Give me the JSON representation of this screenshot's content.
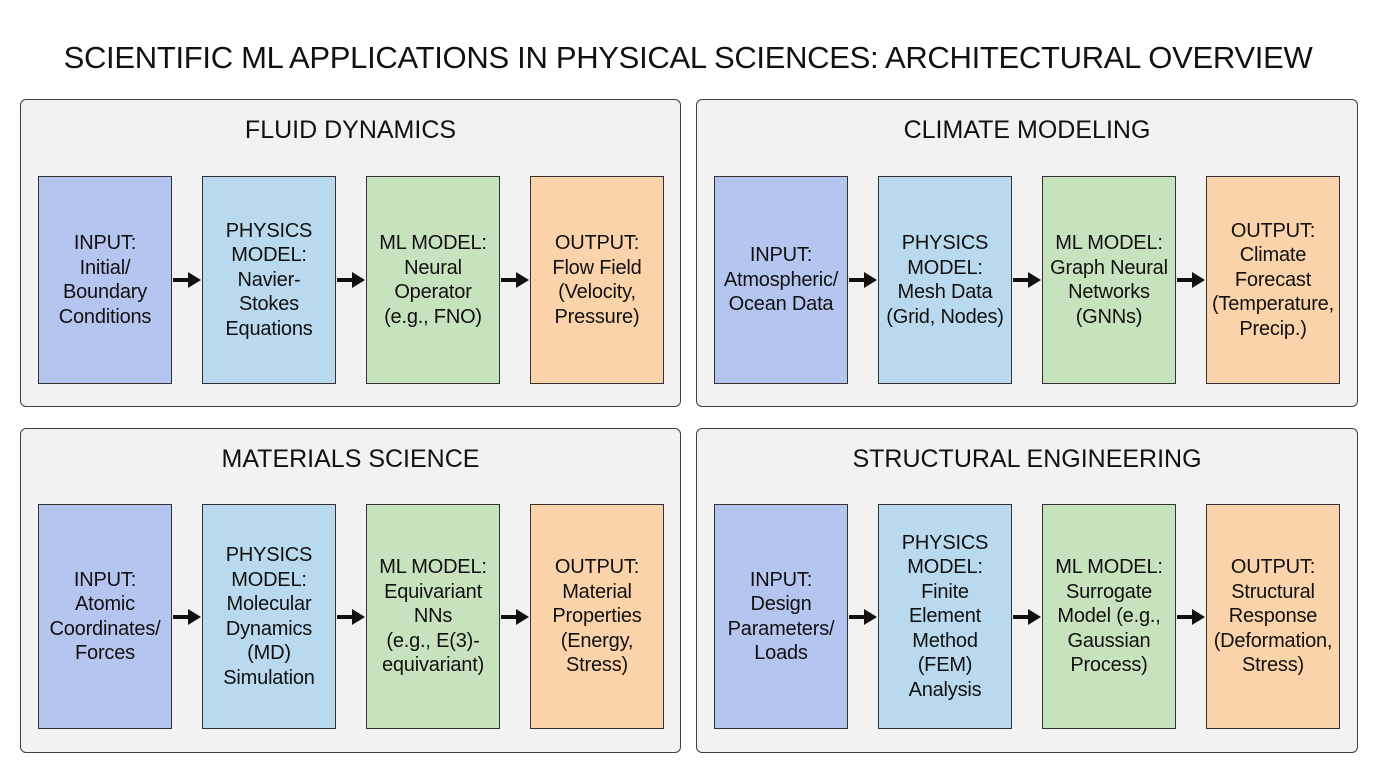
{
  "title": "SCIENTIFIC ML APPLICATIONS IN PHYSICAL SCIENCES: ARCHITECTURAL OVERVIEW",
  "colors": {
    "input": "#b4c5ef",
    "physics": "#b9d9ef",
    "ml": "#c6e3bd",
    "output": "#fbd3ab",
    "panel": "#f2f2f2",
    "border": "#333333"
  },
  "panels": [
    {
      "title": "FLUID DYNAMICS",
      "steps": [
        {
          "kind": "input",
          "label": "INPUT:\nInitial/\nBoundary\nConditions"
        },
        {
          "kind": "physics",
          "label": "PHYSICS\nMODEL:\nNavier-\nStokes\nEquations"
        },
        {
          "kind": "ml",
          "label": "ML MODEL:\nNeural\nOperator\n(e.g., FNO)"
        },
        {
          "kind": "output",
          "label": "OUTPUT:\nFlow Field\n(Velocity,\nPressure)"
        }
      ]
    },
    {
      "title": "CLIMATE MODELING",
      "steps": [
        {
          "kind": "input",
          "label": "INPUT:\nAtmospheric/\nOcean Data"
        },
        {
          "kind": "physics",
          "label": "PHYSICS\nMODEL:\nMesh Data\n(Grid, Nodes)"
        },
        {
          "kind": "ml",
          "label": "ML MODEL:\nGraph Neural\nNetworks\n(GNNs)"
        },
        {
          "kind": "output",
          "label": "OUTPUT:\nClimate\nForecast\n(Temperature,\nPrecip.)"
        }
      ]
    },
    {
      "title": "MATERIALS SCIENCE",
      "steps": [
        {
          "kind": "input",
          "label": "INPUT:\nAtomic\nCoordinates/\nForces"
        },
        {
          "kind": "physics",
          "label": "PHYSICS\nMODEL:\nMolecular\nDynamics\n(MD)\nSimulation"
        },
        {
          "kind": "ml",
          "label": "ML MODEL:\nEquivariant\nNNs\n(e.g., E(3)-\nequivariant)"
        },
        {
          "kind": "output",
          "label": "OUTPUT:\nMaterial\nProperties\n(Energy,\nStress)"
        }
      ]
    },
    {
      "title": "STRUCTURAL ENGINEERING",
      "steps": [
        {
          "kind": "input",
          "label": "INPUT:\nDesign\nParameters/\nLoads"
        },
        {
          "kind": "physics",
          "label": "PHYSICS\nMODEL:\nFinite\nElement\nMethod\n(FEM)\nAnalysis"
        },
        {
          "kind": "ml",
          "label": "ML MODEL:\nSurrogate\nModel (e.g.,\nGaussian\nProcess)"
        },
        {
          "kind": "output",
          "label": "OUTPUT:\nStructural\nResponse\n(Deformation,\nStress)"
        }
      ]
    }
  ]
}
